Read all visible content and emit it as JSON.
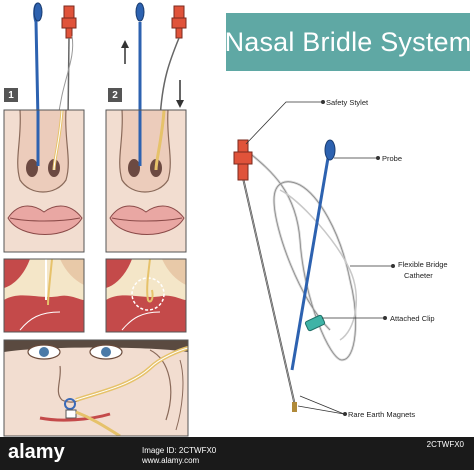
{
  "title": "Nasal Bridle System",
  "steps": [
    "1",
    "2"
  ],
  "labels": {
    "safety_stylet": "Safety Stylet",
    "probe": "Probe",
    "flexible_bridge": "Flexible Bridge",
    "catheter": "Catheter",
    "attached_clip": "Attached Clip",
    "magnets": "Rare Earth Magnets"
  },
  "watermark": {
    "brand": "alamy",
    "image_id_label": "Image ID: 2CTWFX0",
    "url": "www.alamy.com",
    "id_corner": "2CTWFX0"
  },
  "colors": {
    "banner": "#5fa8a4",
    "probe_blue": "#2d62b0",
    "stylet_red": "#e0533a",
    "skin": "#f2ddd0",
    "lips": "#e9a7a3",
    "tissue": "#c44a4a",
    "clip_teal": "#3fb3a6"
  }
}
